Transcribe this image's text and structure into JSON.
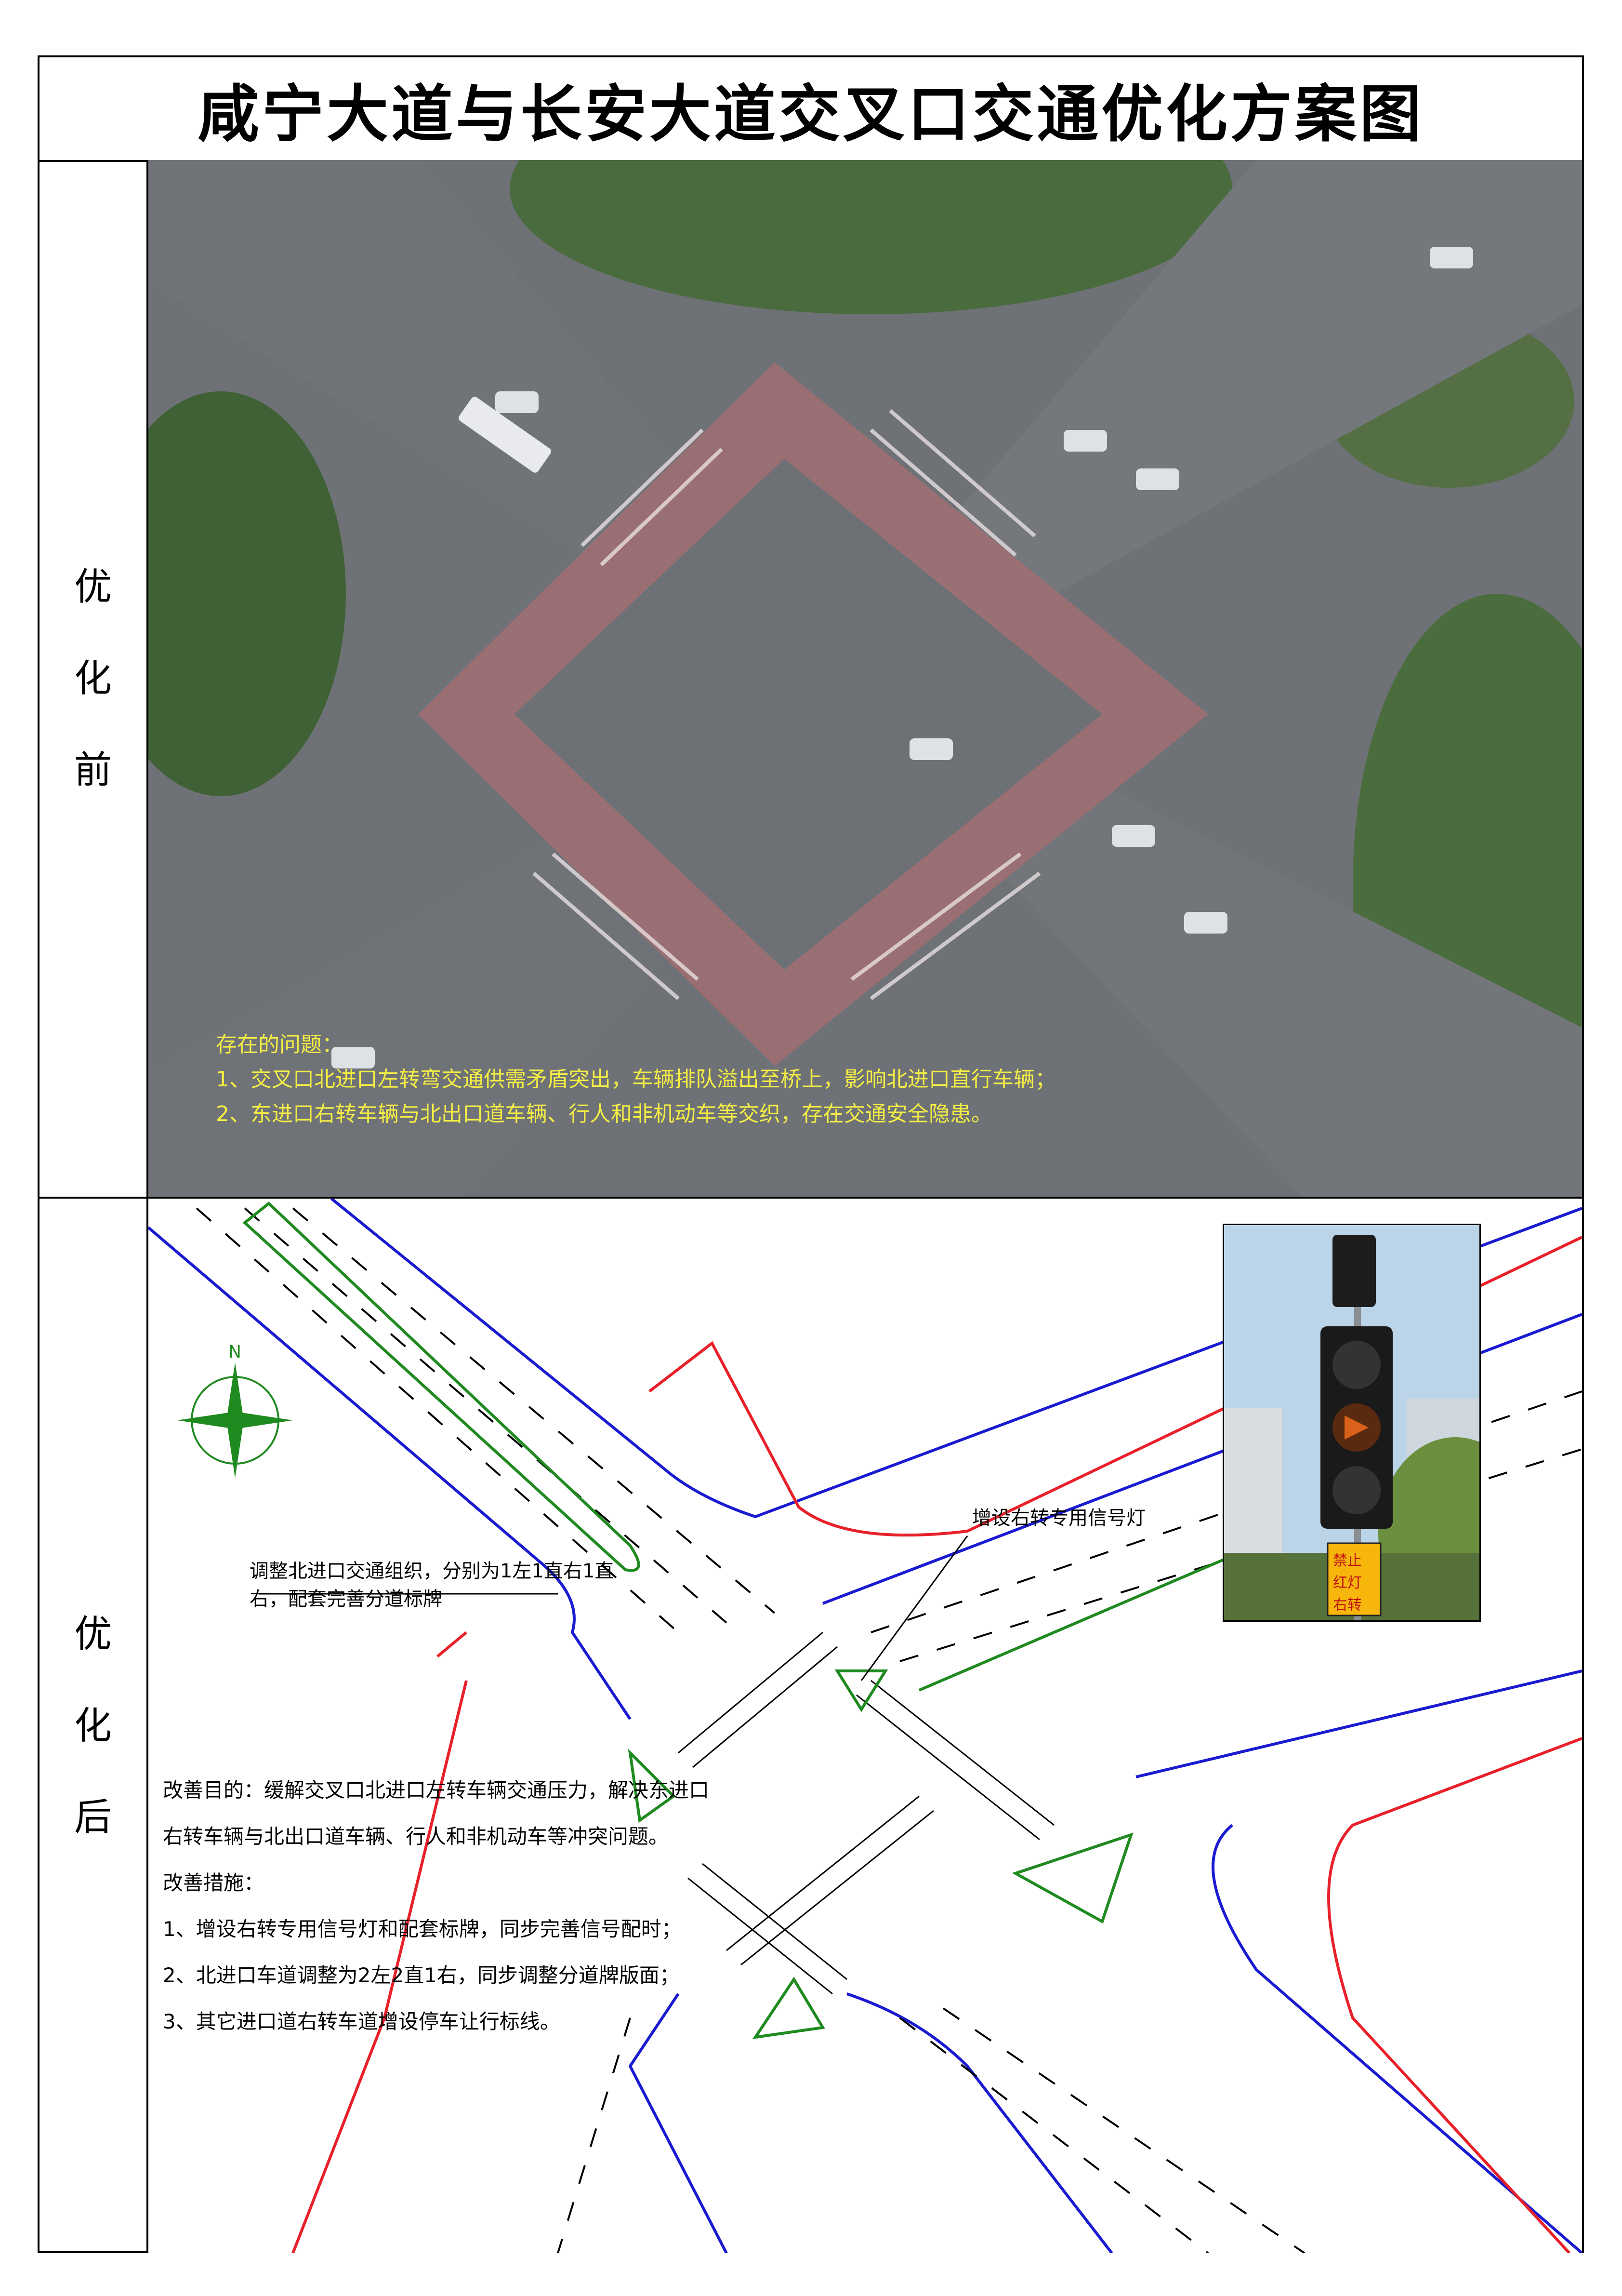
{
  "title": "咸宁大道与长安大道交叉口交通优化方案图",
  "before": {
    "side_label": [
      "优",
      "化",
      "前"
    ],
    "problems_heading": "存在的问题：",
    "problems": [
      "1、交叉口北进口左转弯交通供需矛盾突出，车辆排队溢出至桥上，影响北进口直行车辆；",
      "2、东进口右转车辆与北出口道车辆、行人和非机动车等交织，存在交通安全隐患。"
    ]
  },
  "after": {
    "side_label": [
      "优",
      "化",
      "后"
    ],
    "callout_north": [
      "调整北进口交通组织，分别为1左1直右1直",
      "右，配套完善分道标牌"
    ],
    "callout_signal": "增设右转专用信号灯",
    "compass_label": "N",
    "goal": "改善目的：缓解交叉口北进口左转车辆交通压力，解决东进口",
    "goal_cont": "右转车辆与北出口道车辆、行人和非机动车等冲突问题。",
    "measures_heading": "改善措施：",
    "measures": [
      "1、增设右转专用信号灯和配套标牌，同步完善信号配时；",
      "2、北进口车道调整为2左2直1右，同步调整分道牌版面；",
      "3、其它进口道右转车道增设停车让行标线。"
    ],
    "sign_text": [
      "禁止",
      "红灯",
      "右转"
    ],
    "colors": {
      "boundary_red": "#e8202a",
      "road_blue": "#1a1ad0",
      "island_green": "#1f8a1f",
      "note_yellow": "#f4ee44"
    }
  }
}
